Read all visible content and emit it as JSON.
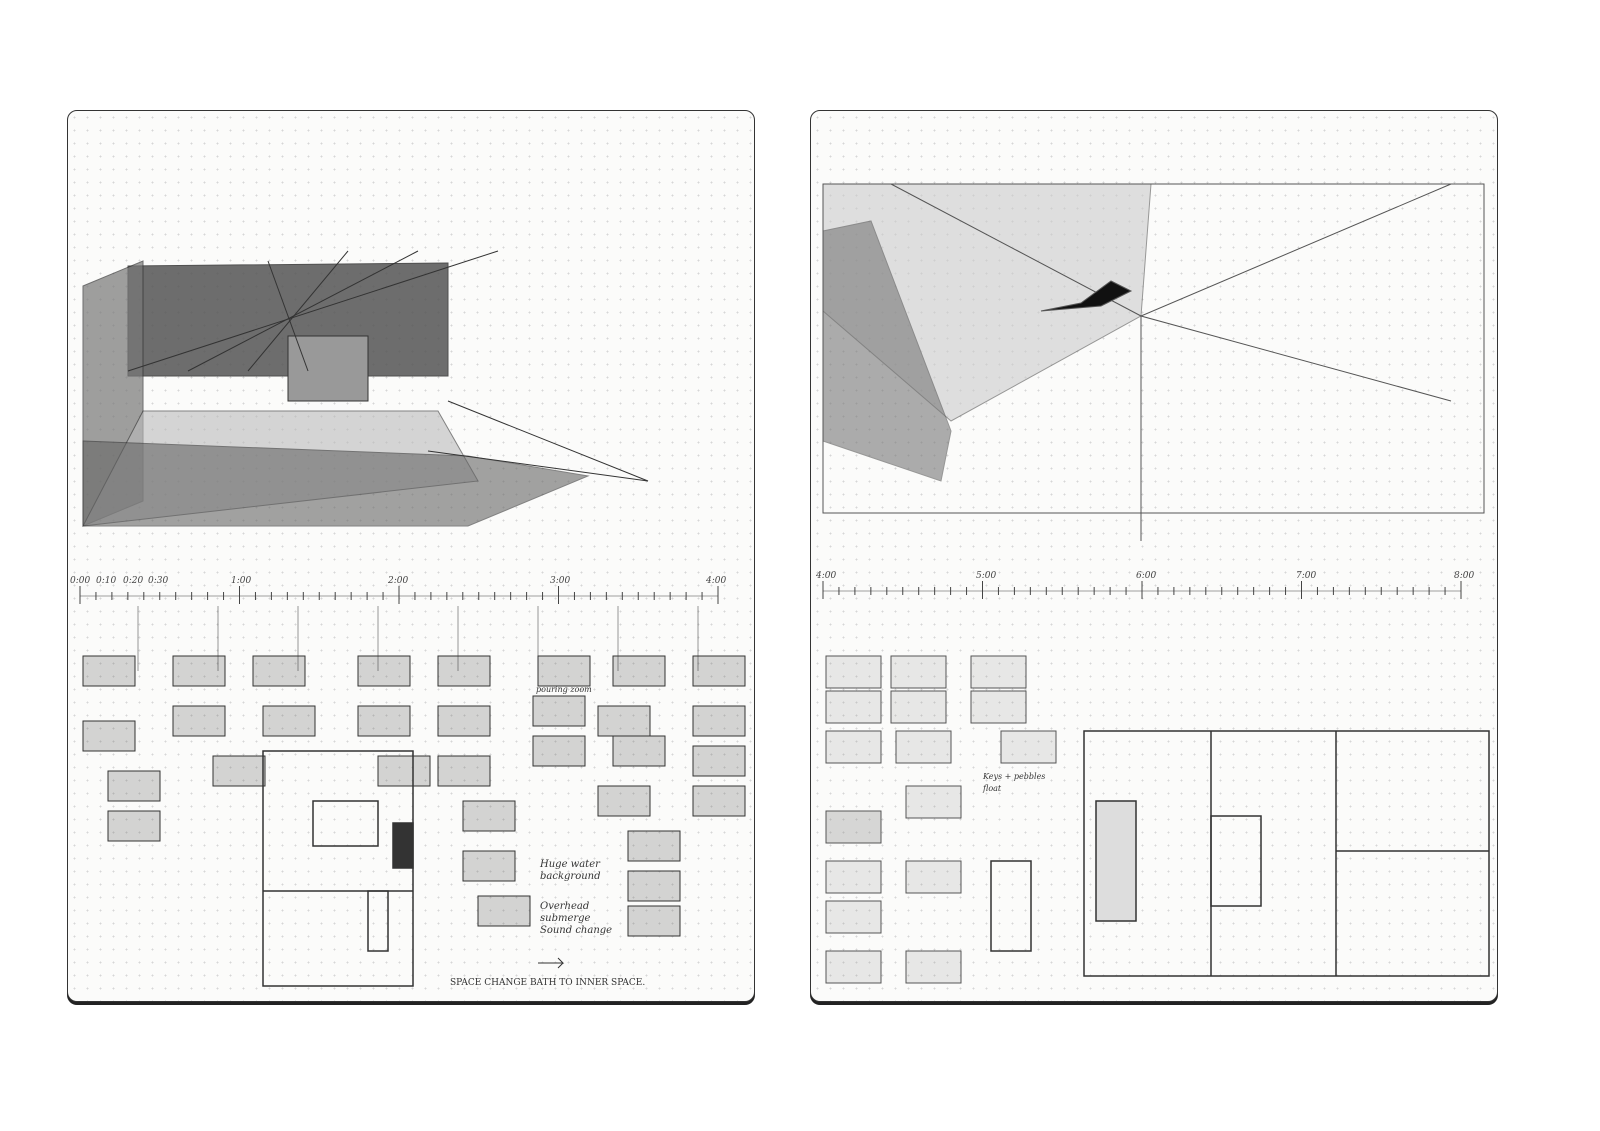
{
  "left_page": {
    "timeline_labels": [
      "0:00",
      "0:10",
      "0:20",
      "0:30",
      "1:00",
      "2:00",
      "3:00",
      "4:00"
    ],
    "notes": {
      "zoom": "pouring zoom",
      "water": "Huge water background",
      "overhead": "Overhead submerge",
      "sound": "Sound change",
      "space": "SPACE CHANGE BATH TO INNER SPACE."
    }
  },
  "right_page": {
    "timeline_labels": [
      "4:00",
      "5:00",
      "6:00",
      "7:00",
      "8:00"
    ],
    "notes": {
      "float": "Keys + pebbles float"
    }
  },
  "colors": {
    "ink": "#333333",
    "paper": "#fbfbfa"
  }
}
